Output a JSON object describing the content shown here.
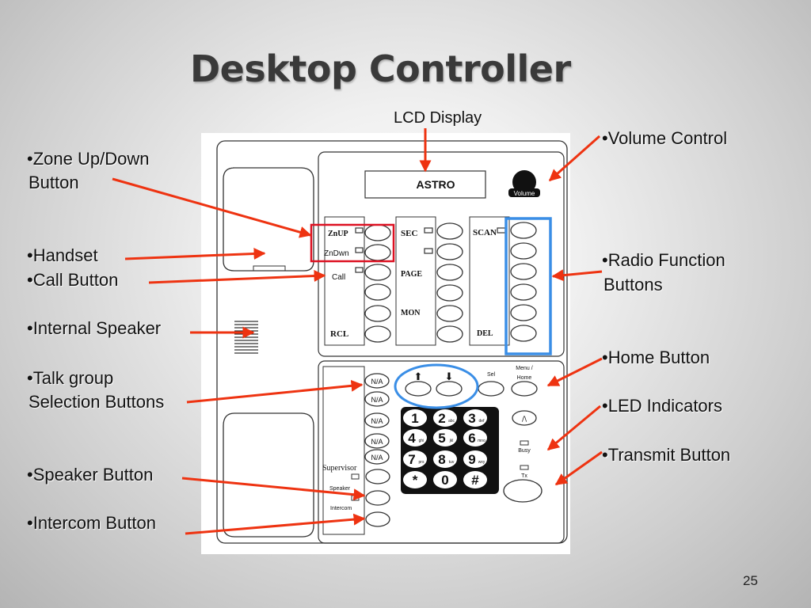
{
  "title": "Desktop Controller",
  "page_number": "25",
  "labels": {
    "lcd_display": "LCD Display",
    "zone_updown_1": "•Zone Up/Down",
    "zone_updown_2": "Button",
    "handset": "•Handset",
    "call_button": "•Call Button",
    "internal_speaker": "•Internal Speaker",
    "talk_group_1": "•Talk group",
    "talk_group_2": "Selection Buttons",
    "speaker_button": "•Speaker Button",
    "intercom_button": "•Intercom Button",
    "volume_control": "•Volume Control",
    "radio_function_1": "•Radio Function",
    "radio_function_2": "Buttons",
    "home_button": "•Home Button",
    "led_indicators": "•LED Indicators",
    "transmit_button": "•Transmit  Button"
  },
  "device": {
    "lcd_text": "ASTRO",
    "volume_text": "Volume",
    "znup": "ZnUP",
    "zndwn": "ZnDwn",
    "call": "Call",
    "rcl": "RCL",
    "sec": "SEC",
    "page": "PAGE",
    "mon": "MON",
    "scan": "SCAN",
    "del": "DEL",
    "na": "N/A",
    "sel": "Sel",
    "menu_home_1": "Menu /",
    "menu_home_2": "Home",
    "busy": "Busy",
    "tx": "Tx",
    "supervisor": "Supervisor",
    "speaker": "Speaker",
    "intercom": "Intercom",
    "up_arrow": "⬆",
    "down_arrow": "⬇",
    "caret": "/\\",
    "keys": [
      {
        "num": "1",
        "sub": ""
      },
      {
        "num": "2",
        "sub": "abc"
      },
      {
        "num": "3",
        "sub": "def"
      },
      {
        "num": "4",
        "sub": "ghi"
      },
      {
        "num": "5",
        "sub": "jkl"
      },
      {
        "num": "6",
        "sub": "mno"
      },
      {
        "num": "7",
        "sub": "prs"
      },
      {
        "num": "8",
        "sub": "tuv"
      },
      {
        "num": "9",
        "sub": "wxy"
      },
      {
        "num": "*",
        "sub": ""
      },
      {
        "num": "0",
        "sub": ""
      },
      {
        "num": "#",
        "sub": ""
      }
    ]
  },
  "colors": {
    "arrow": "#ee3311",
    "highlight_red": "#dd1122",
    "highlight_blue": "#3a8ee6",
    "keypad": "#111111"
  }
}
